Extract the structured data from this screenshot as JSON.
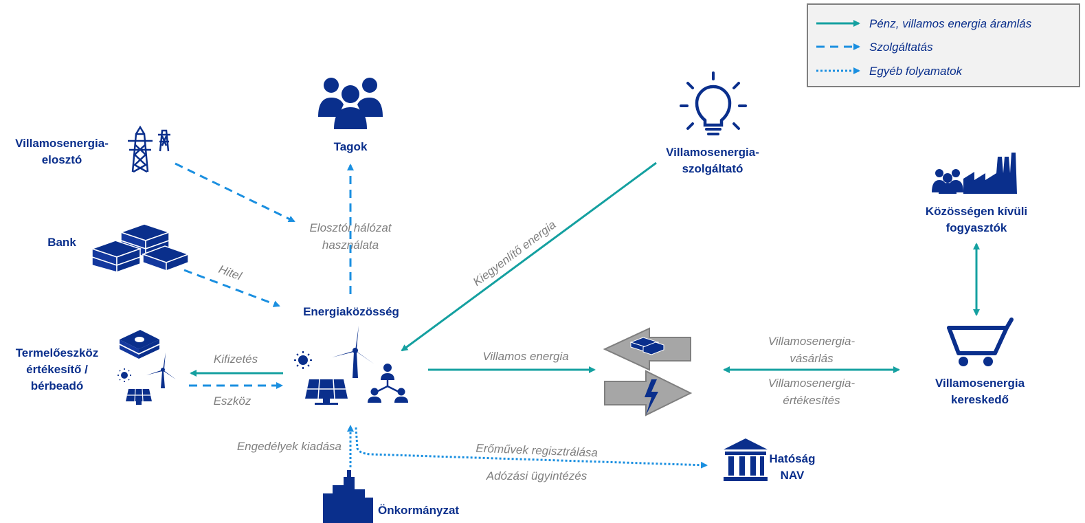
{
  "legend": {
    "solid": "Pénz, villamos energia áramlás",
    "dashed": "Szolgáltatás",
    "dotted": "Egyéb folyamatok"
  },
  "nodes": {
    "distributor": [
      "Villamosenergia-",
      "elosztó"
    ],
    "members": "Tagok",
    "supplier": [
      "Villamosenergia-",
      "szolgáltató"
    ],
    "external_consumers": [
      "Közösségen kívüli",
      "fogyasztók"
    ],
    "bank": "Bank",
    "community": "Energiaközösség",
    "asset_seller": [
      "Termelőeszköz",
      "értékesítő /",
      "bérbeadó"
    ],
    "trader": [
      "Villamosenergia",
      "kereskedő"
    ],
    "authority": [
      "Hatóság",
      "NAV"
    ],
    "municipality": "Önkormányzat"
  },
  "edges": {
    "grid_use": [
      "Elosztói hálózat",
      "használata"
    ],
    "loan": "Hitel",
    "balancing": "Kiegyenlítő energia",
    "payment": "Kifizetés",
    "asset": "Eszköz",
    "electricity": "Villamos energia",
    "purchase": [
      "Villamosenergia-",
      "vásárlás"
    ],
    "sale": [
      "Villamosenergia-",
      "értékesítés"
    ],
    "permits": "Engedélyek kiadása",
    "plant_registration": "Erőművek regisztrálása",
    "tax_admin": "Adózási ügyintézés"
  },
  "colors": {
    "node_text": "#0a2f8c",
    "edge_text": "#7f7f7f",
    "teal_flow": "#14a0a0",
    "blue_service": "#1a8fe0",
    "icon": "#0a2f8c"
  }
}
